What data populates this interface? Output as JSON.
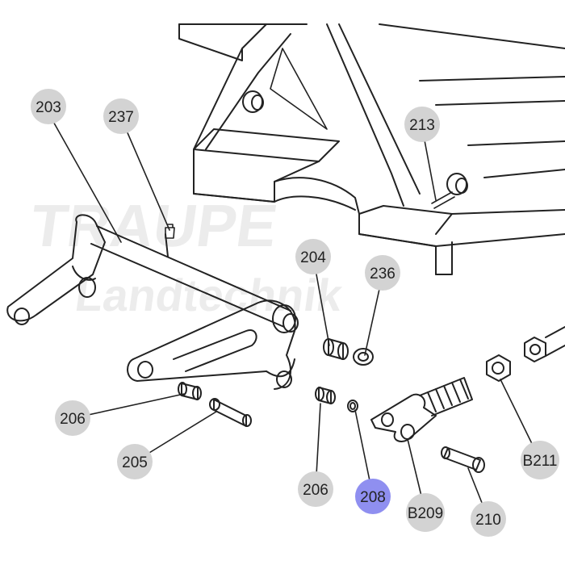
{
  "diagram": {
    "watermark_line1": "TRAUPE",
    "watermark_line2": "Landtechnik",
    "colors": {
      "line": "#222222",
      "callout_fill": "#d3d3d3",
      "callout_selected_fill": "#8f8ff0",
      "callout_text": "#222222",
      "watermark": "#ececec"
    },
    "callouts": [
      {
        "id": "203",
        "label": "203",
        "selected": false
      },
      {
        "id": "237",
        "label": "237",
        "selected": false
      },
      {
        "id": "213",
        "label": "213",
        "selected": false
      },
      {
        "id": "204",
        "label": "204",
        "selected": false
      },
      {
        "id": "236",
        "label": "236",
        "selected": false
      },
      {
        "id": "206a",
        "label": "206",
        "selected": false
      },
      {
        "id": "205",
        "label": "205",
        "selected": false
      },
      {
        "id": "206b",
        "label": "206",
        "selected": false
      },
      {
        "id": "208",
        "label": "208",
        "selected": true
      },
      {
        "id": "B209",
        "label": "B209",
        "selected": false
      },
      {
        "id": "210",
        "label": "210",
        "selected": false
      },
      {
        "id": "B211",
        "label": "B211",
        "selected": false
      }
    ]
  }
}
